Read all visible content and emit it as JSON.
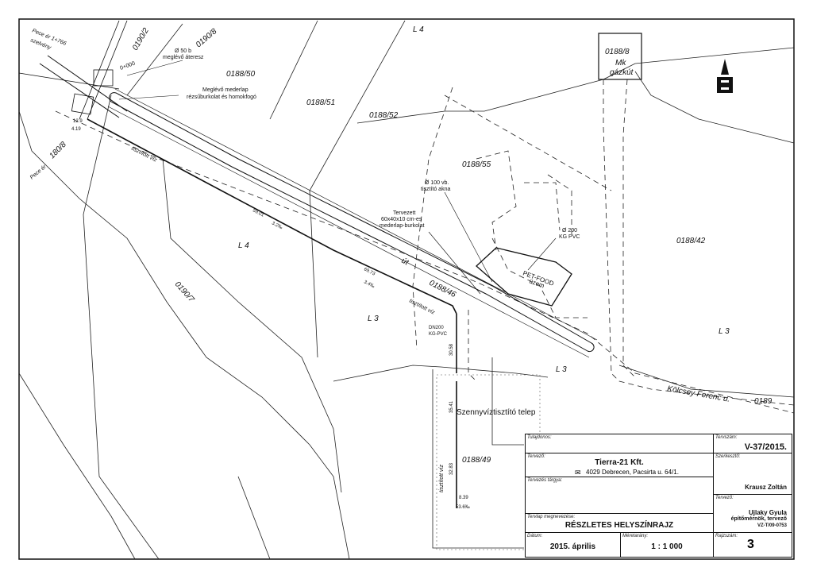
{
  "parcels": {
    "p0188_50": "0188/50",
    "p0188_51": "0188/51",
    "p0188_52": "0188/52",
    "p0188_55": "0188/55",
    "p0188_8": "0188/8",
    "p0188_42": "0188/42",
    "p0188_46": "0188/46",
    "p0188_49": "0188/49",
    "p0190_2": "0190/2",
    "p0190_8": "0190/8",
    "p0190_7": "0190/7",
    "p180_8": "180/8",
    "p0189": "0189"
  },
  "zones": {
    "l4_top": "L 4",
    "l4_mid": "L 4",
    "l3_mid": "L 3",
    "l3_road": "L 3",
    "l3_right": "L 3"
  },
  "labels": {
    "mk_gazkut_1": "Mk",
    "mk_gazkut_2": "gázkút",
    "ut": "út",
    "kolcsey": "Kölcsey Ferenc u.",
    "pece_top_1": "Pece ér 1+766",
    "pece_top_2": "szelvény",
    "pece_left": "Pece ér",
    "szennyviz": "Szennyvíztisztító telep",
    "tisztitott_viz_1": "tisztított víz",
    "tisztitott_viz_2": "tisztított víz",
    "tisztitott_viz_3": "tisztított víz",
    "atersz_1": "Ø 50 b",
    "atersz_2": "meglévő áteresz",
    "mederlap_1": "Meglévő mederlap",
    "mederlap_2": "rézsűburkolat és homokfogó",
    "akna_1": "Ø 100 vb.",
    "akna_2": "tisztító akna",
    "tervezett_1": "Tervezett",
    "tervezett_2": "60x40x10 cm-es",
    "tervezett_3": "mederlap-burkolat",
    "kg_1": "Ø 200",
    "kg_2": "KG PVC",
    "petfood_1": "PET-FOOD",
    "petfood_2": "üzem",
    "dn_1": "DN200",
    "dn_2": "KG-PVC",
    "d_1": "30.58",
    "d_2": "35.41",
    "d_3": "32.83",
    "d_4": "8.39",
    "d_5": "53.6‰",
    "d_6": "3.4‰",
    "d_7": "3.2‰",
    "d_8": "69.73",
    "d_9": "59.01",
    "d_10": "4.19",
    "d_11": "12.9",
    "d_12": "0+000"
  },
  "title_block": {
    "tulajdonos_label": "Tulajdonos:",
    "tervszam_label": "Tervszám:",
    "tervszam": "V-37/2015.",
    "tervezo_label": "Tervező:",
    "tervezo_name": "Tierra-21 Kft.",
    "tervezo_addr": "4029 Debrecen, Pacsirta u. 64/1.",
    "szerkeszto_label": "Szerkesztő:",
    "szerkeszto": "Krausz Zoltán",
    "targy_label": "Tervezés tárgya:",
    "tervezo2_label": "Tervező:",
    "engineer_1": "Ujlaky Gyula",
    "engineer_2": "építőmérnök, tervező",
    "engineer_3": "VZ-T/09-0753",
    "megnevezes_label": "Tervlap megnevezése:",
    "megnevezes": "RÉSZLETES HELYSZÍNRAJZ",
    "datum_label": "Dátum:",
    "datum": "2015. április",
    "meretarany_label": "Méretarány:",
    "meretarany": "1 : 1 000",
    "rajzszam_label": "Rajzszám:",
    "rajzszam": "3"
  }
}
